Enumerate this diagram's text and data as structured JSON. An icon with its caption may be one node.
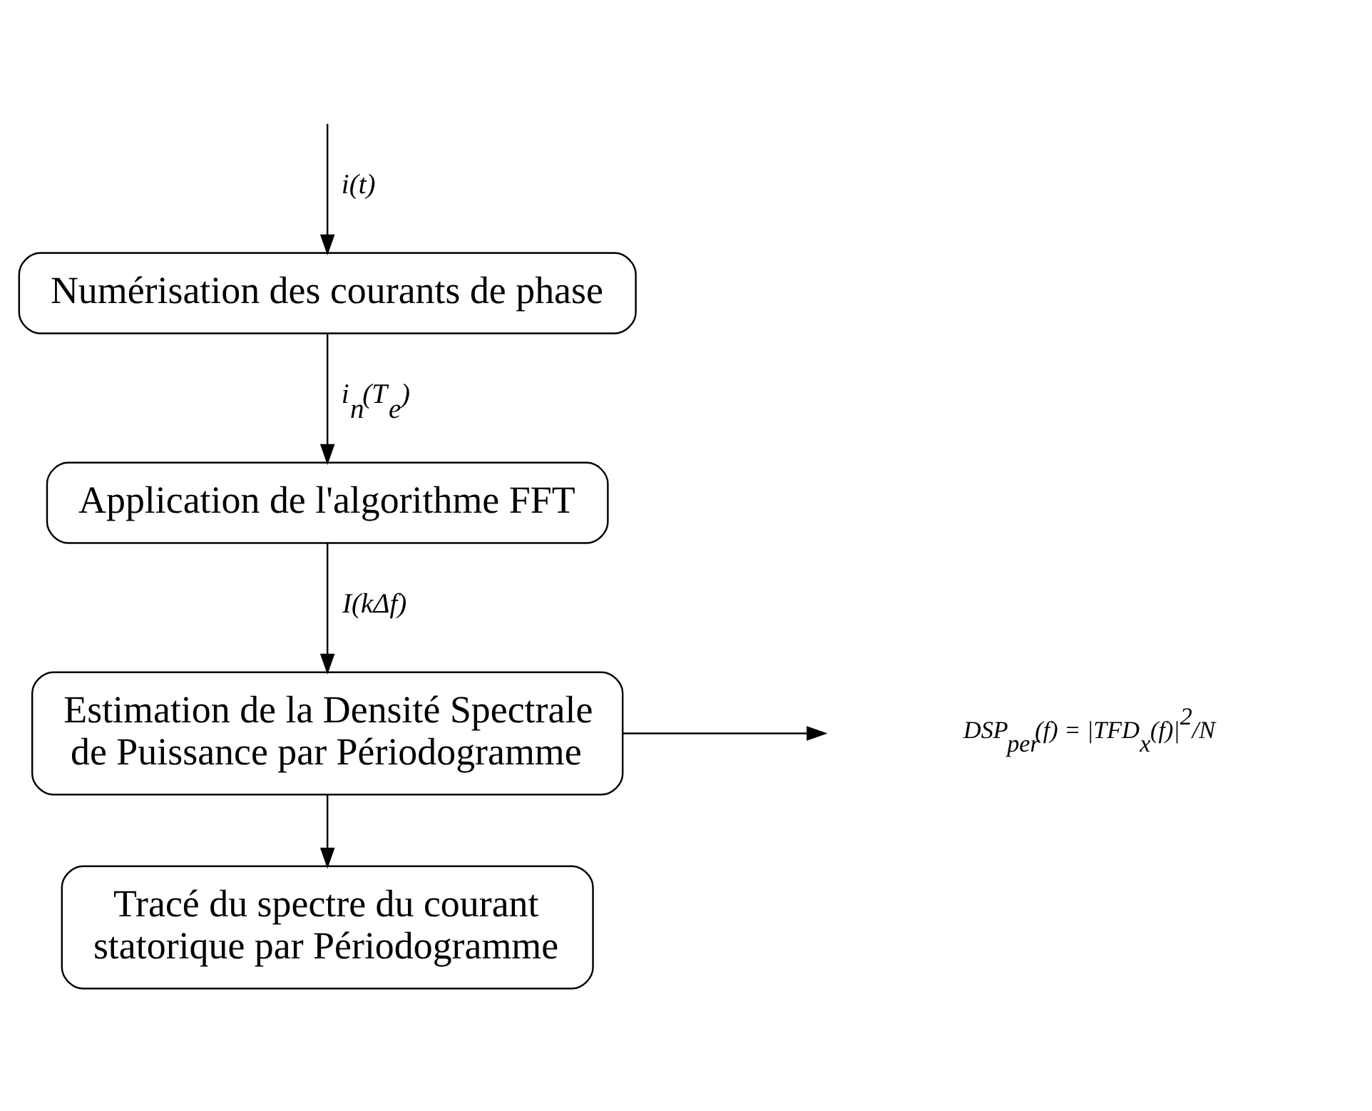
{
  "diagram": {
    "nodes": [
      {
        "text": [
          "Numérisation des courants de phase"
        ]
      },
      {
        "text": [
          "Application de l'algorithme FFT"
        ]
      },
      {
        "text": [
          "Estimation de la Densité Spectrale de Puissance par Périodogramme"
        ]
      },
      {
        "text": [
          "Tracé du spectre du courant statorique par Périodogramme"
        ]
      },
      {
        "text": [
          "DSP$_{per}$(f) = |TFD$_{x}$(f)|$^{2}$/N"
        ]
      }
    ],
    "edges": [
      {
        "from": null,
        "to": 0,
        "arrow": "to",
        "label": "i(t)"
      },
      {
        "from": 0,
        "to": 1,
        "arrow": "to",
        "label": "i$_{n}$(T$_{e}$)"
      },
      {
        "from": 1,
        "to": 2,
        "arrow": "to",
        "label": "I(kΔf)"
      },
      {
        "from": 2,
        "to": 3,
        "arrow": "to"
      },
      {
        "from": 2,
        "to": 4,
        "arrow": "to"
      }
    ]
  }
}
